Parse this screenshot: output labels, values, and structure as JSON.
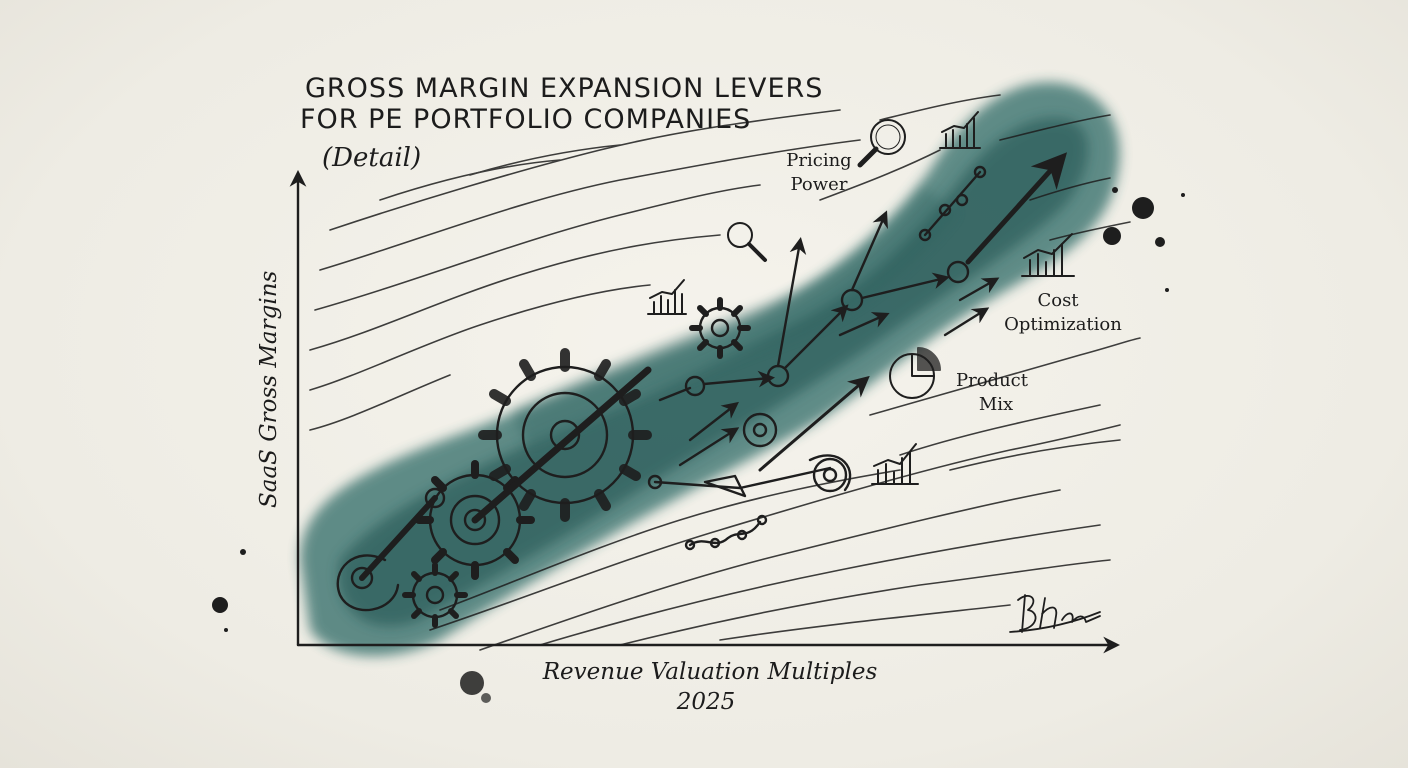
{
  "diagram": {
    "title_line1": "GROSS MARGIN EXPANSION LEVERS",
    "title_line2": "FOR PE PORTFOLIO COMPANIES",
    "subtitle": "(Detail)",
    "y_axis_label": "SaaS Gross Margins",
    "x_axis_label": "Revenue Valuation Multiples",
    "x_axis_year": "2025",
    "levers": [
      {
        "line1": "Pricing",
        "line2": "Power"
      },
      {
        "line1": "Cost",
        "line2": "Optimization"
      },
      {
        "line1": "Product",
        "line2": "Mix"
      }
    ],
    "signature": "BHamil"
  },
  "colors": {
    "wash": "#2f6a66",
    "wash_dark": "#1d4f4d",
    "ink": "#1e1e1e",
    "paper": "#f1efe8"
  },
  "icons": [
    "gear-icon",
    "magnifier-icon",
    "bar-chart-icon",
    "pie-chart-icon",
    "arrow-icon",
    "ink-splatter"
  ]
}
